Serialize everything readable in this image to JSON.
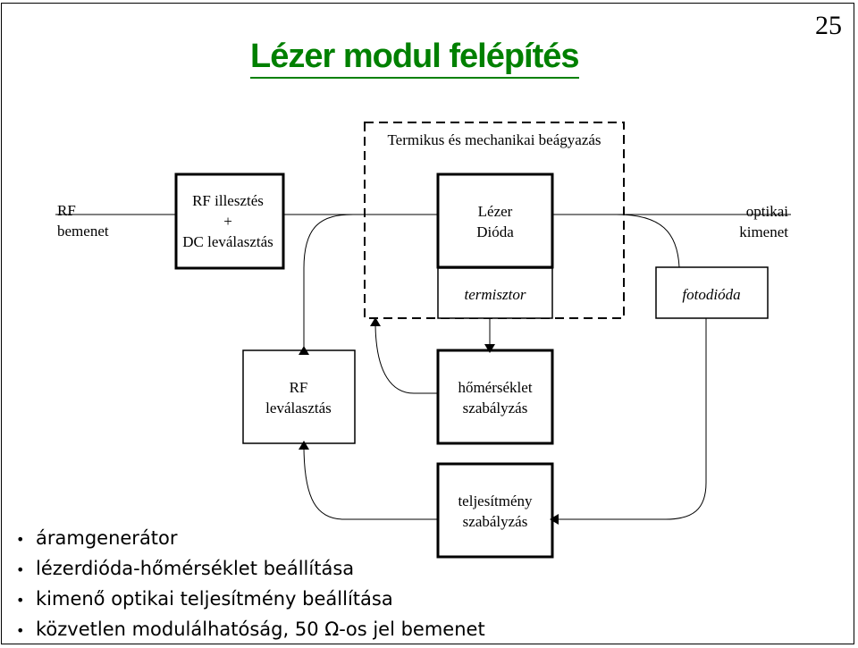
{
  "page_number": "25",
  "title": "Lézer modul felépítés",
  "diagram": {
    "thermal_enclosure_label": "Termikus és mechanikai beágyazás",
    "rf_input": [
      "RF",
      "bemenet"
    ],
    "rf_matching": [
      "RF illesztés",
      "+",
      "DC leválasztás"
    ],
    "laser_diode": [
      "Lézer",
      "Dióda"
    ],
    "optical_output": [
      "optikai",
      "kimenet"
    ],
    "thermistor": "termisztor",
    "photodiode": "fotodióda",
    "rf_decoupling": [
      "RF",
      "leválasztás"
    ],
    "temp_control": [
      "hőmérséklet",
      "szabályzás"
    ],
    "power_control": [
      "teljesítmény",
      "szabályzás"
    ]
  },
  "bullets": [
    "áramgenerátor",
    "lézerdióda-hőmérséklet beállítása",
    "kimenő optikai teljesítmény beállítása",
    "közvetlen modulálhatóság, 50 Ω-os jel bemenet"
  ]
}
